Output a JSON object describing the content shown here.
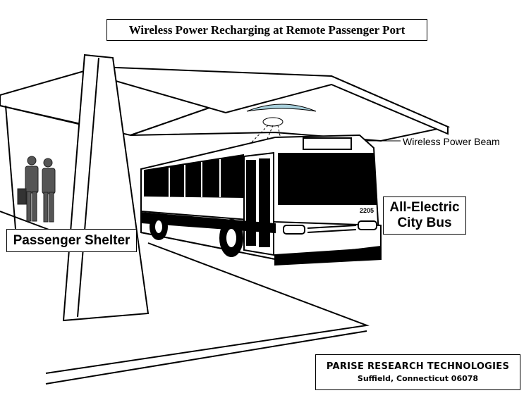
{
  "title": "Wireless Power Recharging at Remote Passenger Port",
  "labels": {
    "passenger_shelter": "Passenger Shelter",
    "bus_line1": "All-Electric",
    "bus_line2": "City Bus",
    "beam": "Wireless Power Beam",
    "bus_number": "2205"
  },
  "credit": {
    "company": "PARISE RESEARCH TECHNOLOGIES",
    "location": "Suffield, Connecticut 06078"
  },
  "colors": {
    "line": "#000000",
    "panel": "#a8d0dc",
    "background": "#ffffff"
  }
}
